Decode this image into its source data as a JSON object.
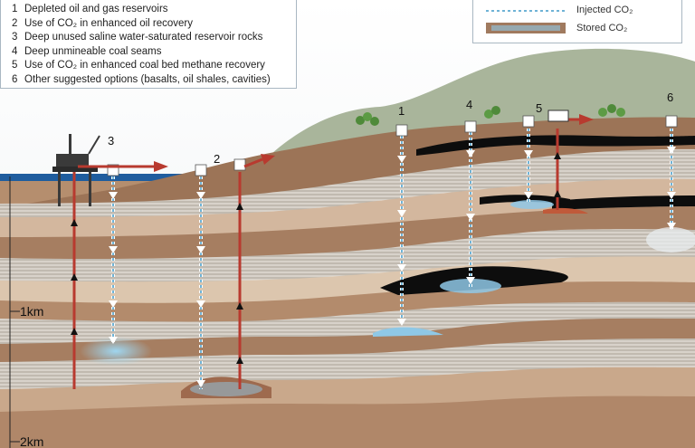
{
  "legend": {
    "items": [
      {
        "num": "1",
        "text": "Depleted oil and gas reservoirs"
      },
      {
        "num": "2",
        "text": "Use of CO₂ in enhanced oil recovery"
      },
      {
        "num": "3",
        "text": "Deep unused saline water-saturated reservoir rocks"
      },
      {
        "num": "4",
        "text": "Deep unmineable coal seams"
      },
      {
        "num": "5",
        "text": "Use of CO₂ in enhanced coal bed methane recovery"
      },
      {
        "num": "6",
        "text": "Other suggested options (basalts, oil shales, cavities)"
      }
    ],
    "injected_label": "Injected CO₂",
    "stored_label": "Stored CO₂"
  },
  "site_labels": [
    "1",
    "2",
    "3",
    "4",
    "5",
    "6"
  ],
  "depth_labels": [
    "1km",
    "2km"
  ],
  "colors": {
    "sea": "#1f5d9e",
    "hill": "#a8b39a",
    "injected": "#6fb3d6",
    "produced": "#c0392b",
    "coal": "#0d0d0d",
    "stored": "#8fc8e6"
  }
}
